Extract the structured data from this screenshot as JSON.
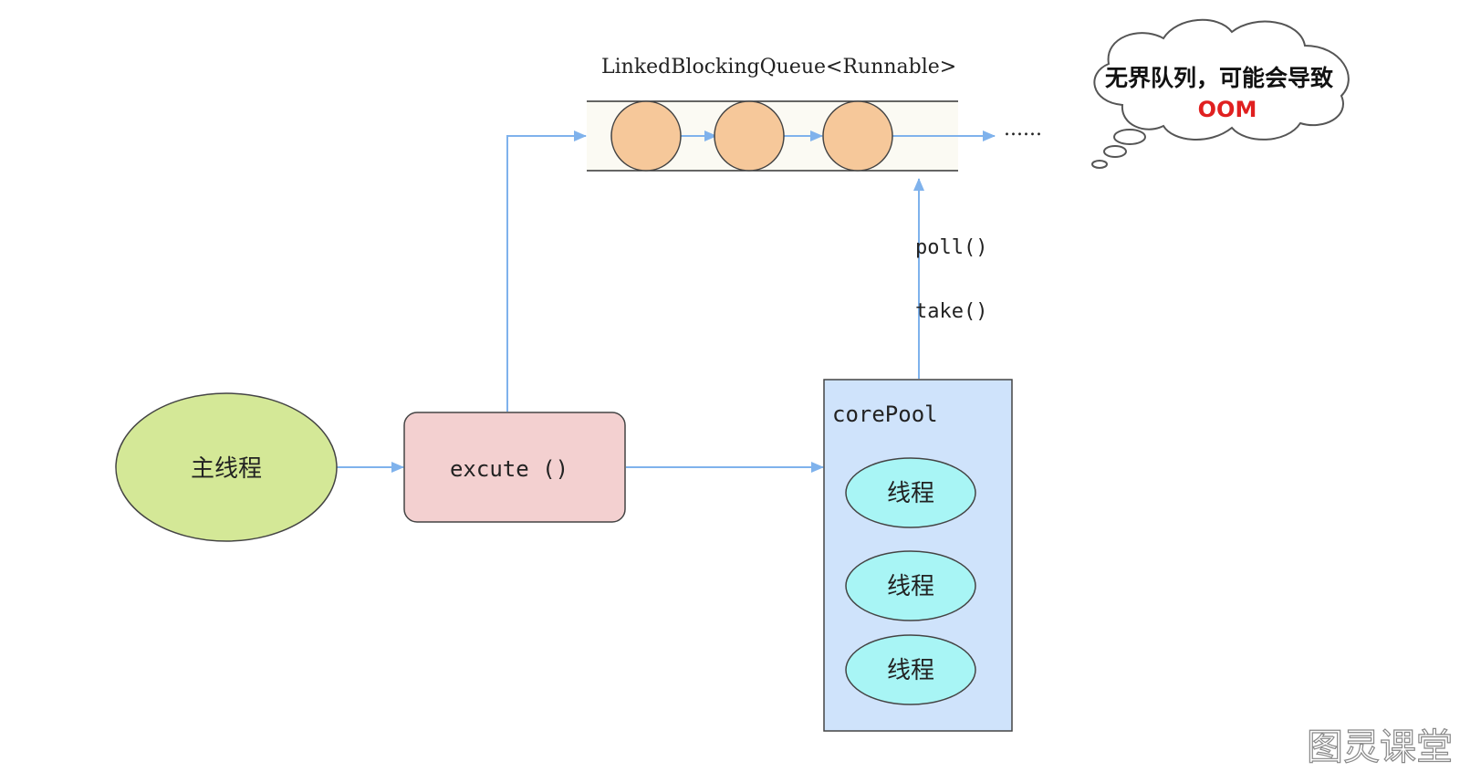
{
  "queue": {
    "label": "LinkedBlockingQueue<Runnable>",
    "ellipsis": "......"
  },
  "cloud": {
    "line1": "无界队列，可能会导致",
    "line2": "OOM"
  },
  "main_thread": {
    "label": "主线程"
  },
  "execute": {
    "label": "excute ()"
  },
  "core_pool": {
    "label": "corePool",
    "threads": [
      "线程",
      "线程",
      "线程"
    ]
  },
  "methods": {
    "poll": "poll()",
    "take": "take()"
  },
  "watermark": {
    "text": "图灵课堂"
  },
  "colors": {
    "arrow": "#7fb2ec",
    "main_fill": "#d4e897",
    "execute_fill": "#f3d0d0",
    "pool_fill": "#cfe3fb",
    "thread_fill": "#a8f5f5",
    "queue_item_fill": "#f6c89a",
    "queue_bg": "#fbfaf3",
    "oom_red": "#e02020"
  }
}
